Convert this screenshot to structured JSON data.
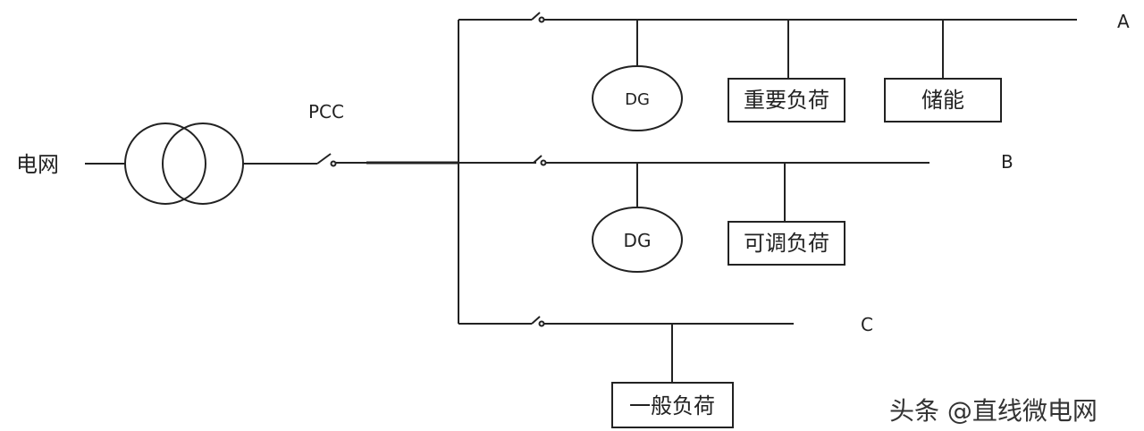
{
  "grid_label": "电网",
  "pcc_label": "PCC",
  "feeders": {
    "a": {
      "label": "A",
      "dg": "DG",
      "load1": "重要负荷",
      "load2": "储能"
    },
    "b": {
      "label": "B",
      "dg": "DG",
      "load1": "可调负荷"
    },
    "c": {
      "label": "C",
      "load1": "一般负荷"
    }
  },
  "watermark": "头条 @直线微电网"
}
